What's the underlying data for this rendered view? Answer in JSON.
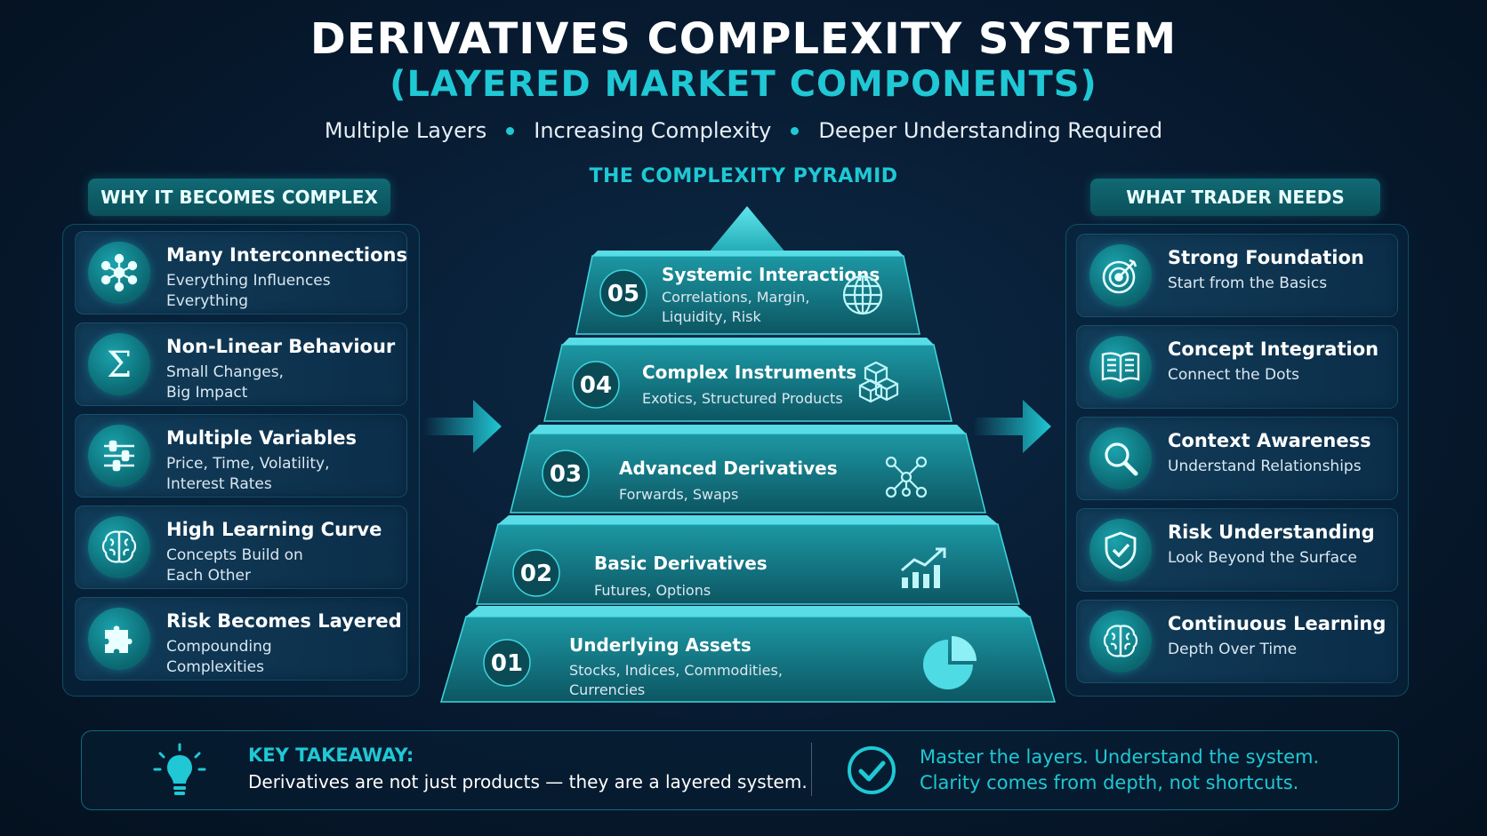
{
  "header": {
    "title": "DERIVATIVES COMPLEXITY SYSTEM",
    "subtitle": "(LAYERED MARKET COMPONENTS)",
    "tagline": [
      "Multiple Layers",
      "Increasing Complexity",
      "Deeper Understanding Required"
    ]
  },
  "left": {
    "heading": "WHY IT BECOMES COMPLEX",
    "items": [
      {
        "title": "Many Interconnections",
        "desc": "Everything Influences Everything",
        "icon": "network-icon"
      },
      {
        "title": "Non-Linear Behaviour",
        "desc": "Small Changes, Big Impact",
        "icon": "sigma-icon"
      },
      {
        "title": "Multiple Variables",
        "desc": "Price, Time, Volatility, Interest Rates",
        "icon": "sliders-icon"
      },
      {
        "title": "High Learning Curve",
        "desc": "Concepts Build on Each Other",
        "icon": "brain-icon"
      },
      {
        "title": "Risk Becomes Layered",
        "desc": "Compounding Complexities",
        "icon": "puzzle-icon"
      }
    ]
  },
  "pyramid": {
    "heading": "THE COMPLEXITY PYRAMID",
    "levels": [
      {
        "num": "05",
        "title": "Systemic Interactions",
        "desc": [
          "Correlations, Margin,",
          "Liquidity, Risk"
        ],
        "icon": "globe-icon"
      },
      {
        "num": "04",
        "title": "Complex Instruments",
        "desc": [
          "Exotics, Structured Products"
        ],
        "icon": "cubes-icon"
      },
      {
        "num": "03",
        "title": "Advanced Derivatives",
        "desc": [
          "Forwards, Swaps"
        ],
        "icon": "network-icon"
      },
      {
        "num": "02",
        "title": "Basic Derivatives",
        "desc": [
          "Futures, Options"
        ],
        "icon": "growth-chart-icon"
      },
      {
        "num": "01",
        "title": "Underlying Assets",
        "desc": [
          "Stocks, Indices, Commodities,",
          "Currencies"
        ],
        "icon": "pie-chart-icon"
      }
    ]
  },
  "right": {
    "heading": "WHAT TRADER NEEDS",
    "items": [
      {
        "title": "Strong Foundation",
        "desc": "Start from the Basics",
        "icon": "target-icon"
      },
      {
        "title": "Concept Integration",
        "desc": "Connect the Dots",
        "icon": "book-icon"
      },
      {
        "title": "Context Awareness",
        "desc": "Understand Relationships",
        "icon": "magnifier-icon"
      },
      {
        "title": "Risk Understanding",
        "desc": "Look Beyond the Surface",
        "icon": "shield-check-icon"
      },
      {
        "title": "Continuous Learning",
        "desc": "Depth Over Time",
        "icon": "brain-icon"
      }
    ]
  },
  "footer": {
    "takeaway_label": "KEY TAKEAWAY:",
    "takeaway_text": "Derivatives are not just products — they are a layered system.",
    "master_line1": "Master the layers. Understand the system.",
    "master_line2": "Clarity comes from depth, not shortcuts.",
    "bulb_icon": "lightbulb-icon",
    "check_icon": "check-circle-icon"
  },
  "colors": {
    "accent": "#1fc8d4",
    "background": "#071a30",
    "pyramid_face": "#1a8a96"
  }
}
